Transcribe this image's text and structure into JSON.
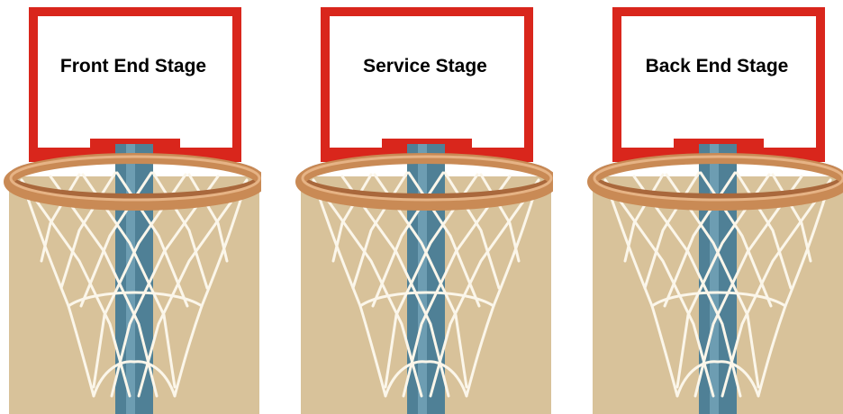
{
  "panels": [
    {
      "label": "Front End Stage"
    },
    {
      "label": "Service Stage"
    },
    {
      "label": "Back End Stage"
    }
  ],
  "colors": {
    "backboard_frame": "#d9261c",
    "backboard_face": "#ffffff",
    "wall": "#d8c29a",
    "pole": "#4f8096",
    "rim": "#c98a55",
    "net": "#fbf6ea"
  }
}
